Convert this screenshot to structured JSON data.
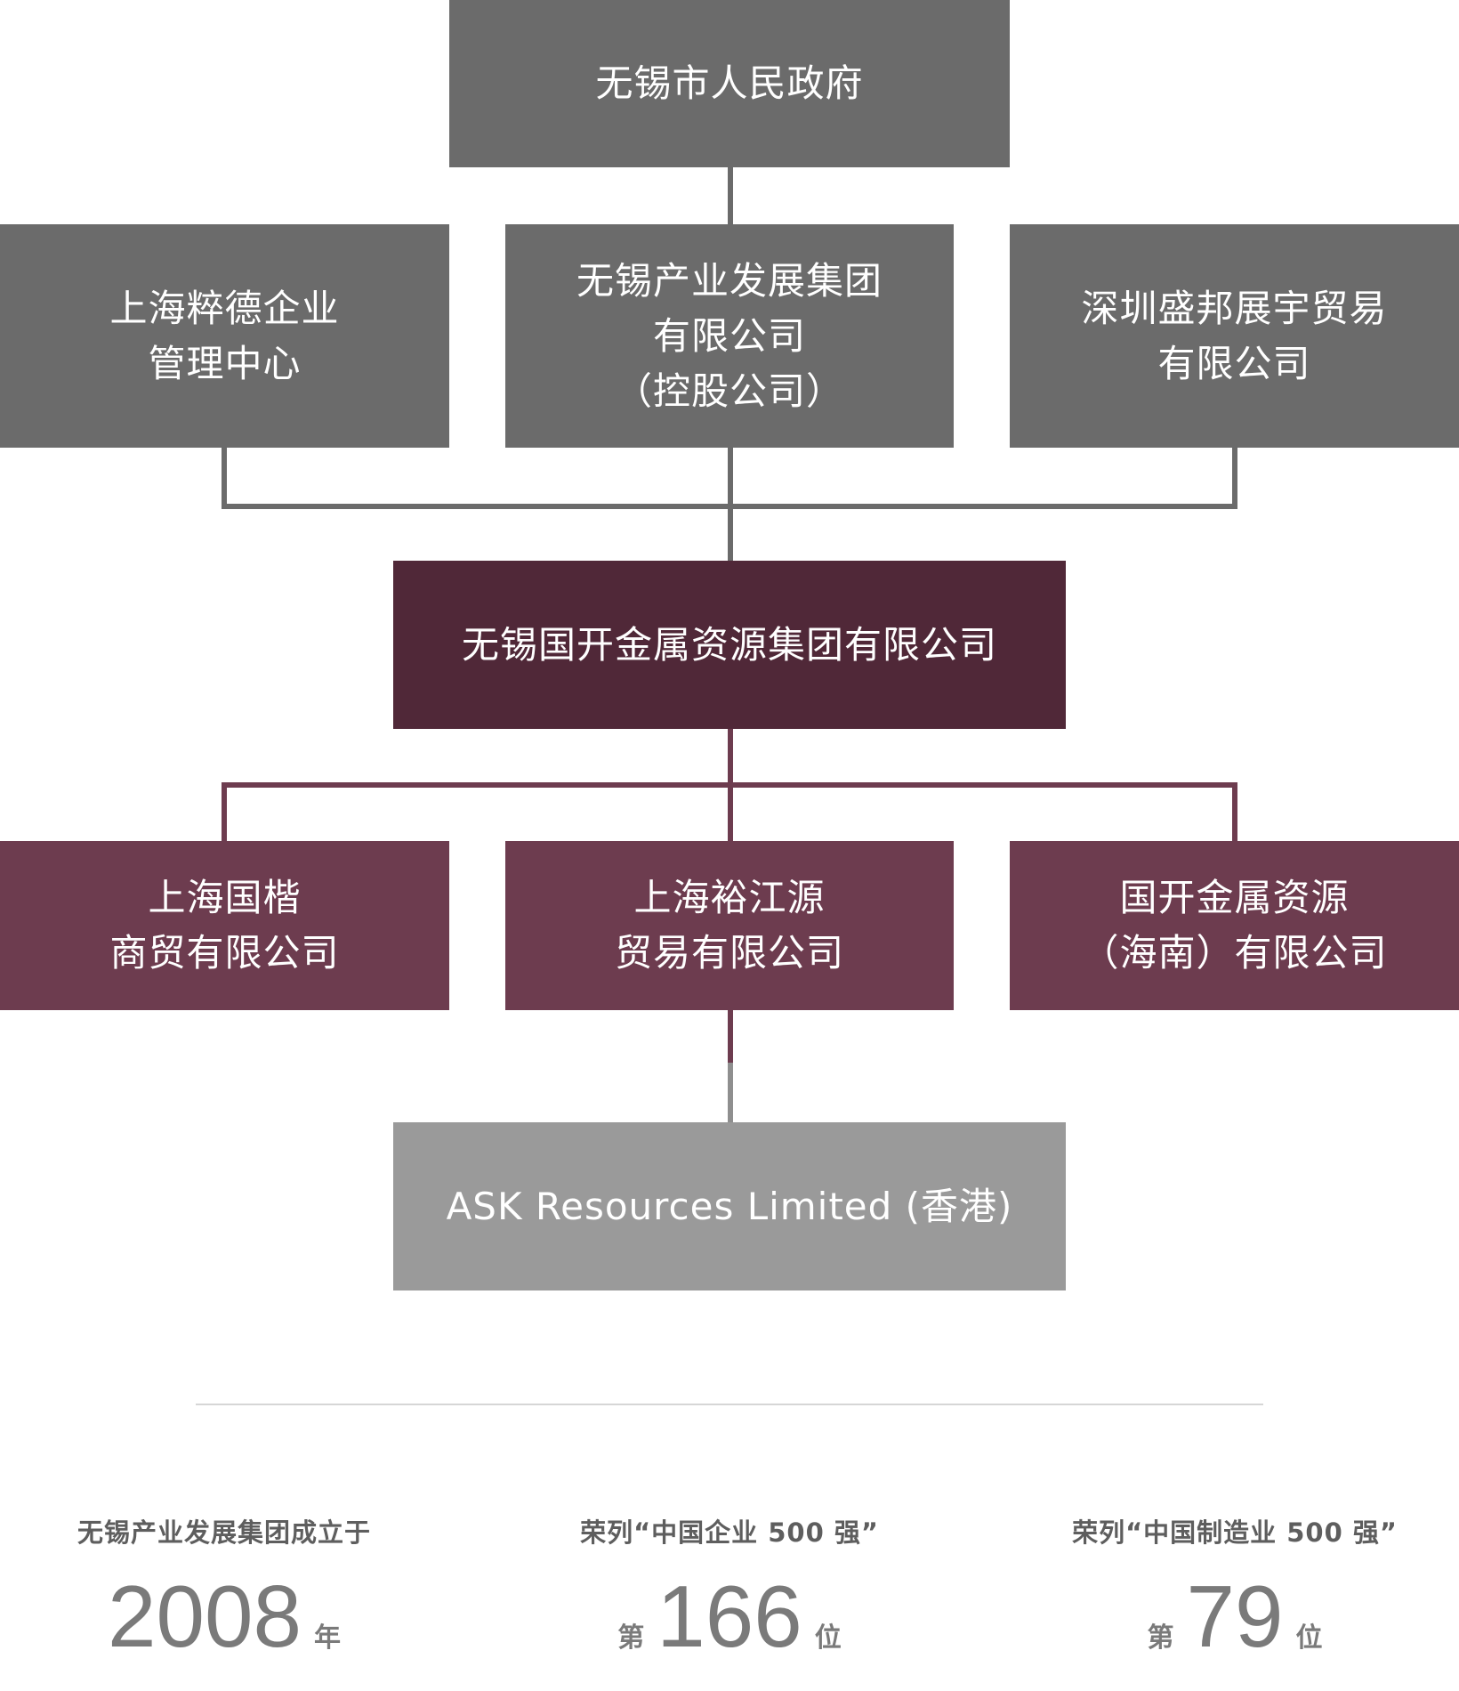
{
  "org_chart": {
    "government": {
      "lines": [
        "无锡市人民政府"
      ]
    },
    "shareholders": {
      "left": {
        "lines": [
          "上海粹德企业",
          "管理中心"
        ]
      },
      "center": {
        "lines": [
          "无锡产业发展集团",
          "有限公司",
          "（控股公司）"
        ]
      },
      "right": {
        "lines": [
          "深圳盛邦展宇贸易",
          "有限公司"
        ]
      }
    },
    "main_company": {
      "lines": [
        "无锡国开金属资源集团有限公司"
      ]
    },
    "subsidiaries": {
      "left": {
        "lines": [
          "上海国楷",
          "商贸有限公司"
        ]
      },
      "center": {
        "lines": [
          "上海裕江源",
          "贸易有限公司"
        ]
      },
      "right": {
        "lines": [
          "国开金属资源",
          "（海南）有限公司"
        ]
      }
    },
    "hk_subsidiary": {
      "lines": [
        "ASK Resources Limited (香港)"
      ]
    }
  },
  "stats": [
    {
      "caption": "无锡产业发展集团成立于",
      "prefix": "",
      "value": "2008",
      "suffix": "年"
    },
    {
      "caption": "荣列“中国企业 500 强”",
      "prefix": "第",
      "value": "166",
      "suffix": "位"
    },
    {
      "caption": "荣列“中国制造业 500 强”",
      "prefix": "第",
      "value": "79",
      "suffix": "位"
    }
  ],
  "colors": {
    "gray_box": "#6b6b6b",
    "main_box": "#502838",
    "subsidiary_box": "#6d3c4f",
    "hk_box": "#9a9a9a"
  }
}
